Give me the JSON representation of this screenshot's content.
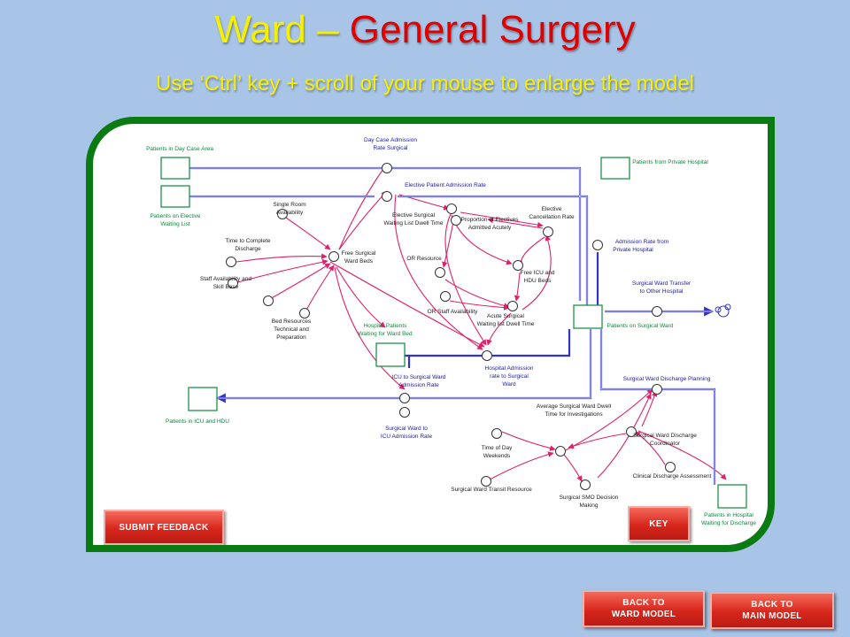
{
  "header": {
    "title_part1": "Ward – ",
    "title_part2": "General Surgery",
    "subtitle": "Use ‘Ctrl’ key + scroll of your mouse to enlarge the model"
  },
  "colors": {
    "background": "#a8c4e6",
    "title_yellow": "#f5f000",
    "title_red": "#e00000",
    "frame_green": "#0a7a12",
    "flow_blue": "#3333cc",
    "link_pink": "#e0206a",
    "stock_green": "#0a8a3a",
    "button_red": "#d8261c"
  },
  "diagram": {
    "stocks": {
      "day_case_area": "Patients in Day Case Area",
      "elective_waiting_1": "Patients on Elective",
      "elective_waiting_2": "Waiting List",
      "private_hospital": "Patients from Private Hospital",
      "surgical_ward": "Patients on Surgical Ward",
      "hospital_waiting_1": "Hospital Patients",
      "hospital_waiting_2": "Waiting for Ward Bed",
      "icu_hdu": "Patients in ICU and HDU",
      "discharge_wait_1": "Patients in Hospital",
      "discharge_wait_2": "Waiting for Discharge"
    },
    "flows": {
      "day_case_1": "Day Case Admission",
      "day_case_2": "Rate Surgical",
      "elective_rate": "Elective Patient Admission Rate",
      "private_rate_1": "Admission Rate from",
      "private_rate_2": "Private Hospital",
      "transfer_1": "Surgical Ward Transfer",
      "transfer_2": "to Other Hospital",
      "icu_to_ward_1": "ICU to Surgical Ward",
      "icu_to_ward_2": "Admission Rate",
      "hosp_adm_1": "Hospital Admission",
      "hosp_adm_2": "rate to Surgical",
      "hosp_adm_3": "Ward",
      "ward_to_icu_1": "Surgical Ward to",
      "ward_to_icu_2": "ICU Admission Rate",
      "discharge_planning": "Surgical Ward Discharge Planning"
    },
    "variables": {
      "single_room_1": "Single Room",
      "single_room_2": "Availability",
      "time_complete_1": "Time to Complete",
      "time_complete_2": "Discharge",
      "staff_avail_1": "Staff Availability and",
      "staff_avail_2": "Skill Base",
      "bed_res_1": "Bed Resources",
      "bed_res_2": "Technical and",
      "bed_res_3": "Preparation",
      "free_beds_1": "Free Surgical",
      "free_beds_2": "Ward Beds",
      "elective_dwell_1": "Elective Surgical",
      "elective_dwell_2": "Waiting List Dwell Time",
      "prop_elective_1": "Proportion of Electives",
      "prop_elective_2": "Admitted Acutely",
      "elective_cancel_1": "Elective",
      "elective_cancel_2": "Cancellation Rate",
      "or_resource": "OR Resource",
      "free_icu_1": "Free ICU and",
      "free_icu_2": "HDU Beds",
      "or_staff": "OR Staff Availability",
      "acute_dwell_1": "Acute Surgical",
      "acute_dwell_2": "Waiting list Dwell Time",
      "avg_dwell_1": "Average Surgical Ward Dwell",
      "avg_dwell_2": "Time for Investigations",
      "time_of_day_1": "Time of Day",
      "time_of_day_2": "Weekends",
      "coordinator_1": "Surgical Ward Discharge",
      "coordinator_2": "Coordinator",
      "clinical": "Clinical Discharge Assessment",
      "transit": "Surgical Ward Transit Resource",
      "smo_1": "Surgical SMO Decision",
      "smo_2": "Making"
    }
  },
  "buttons": {
    "submit_feedback": "SUBMIT FEEDBACK",
    "key": "KEY",
    "back_ward_1": "BACK TO",
    "back_ward_2": "WARD MODEL",
    "back_main_1": "BACK TO",
    "back_main_2": "MAIN MODEL"
  }
}
